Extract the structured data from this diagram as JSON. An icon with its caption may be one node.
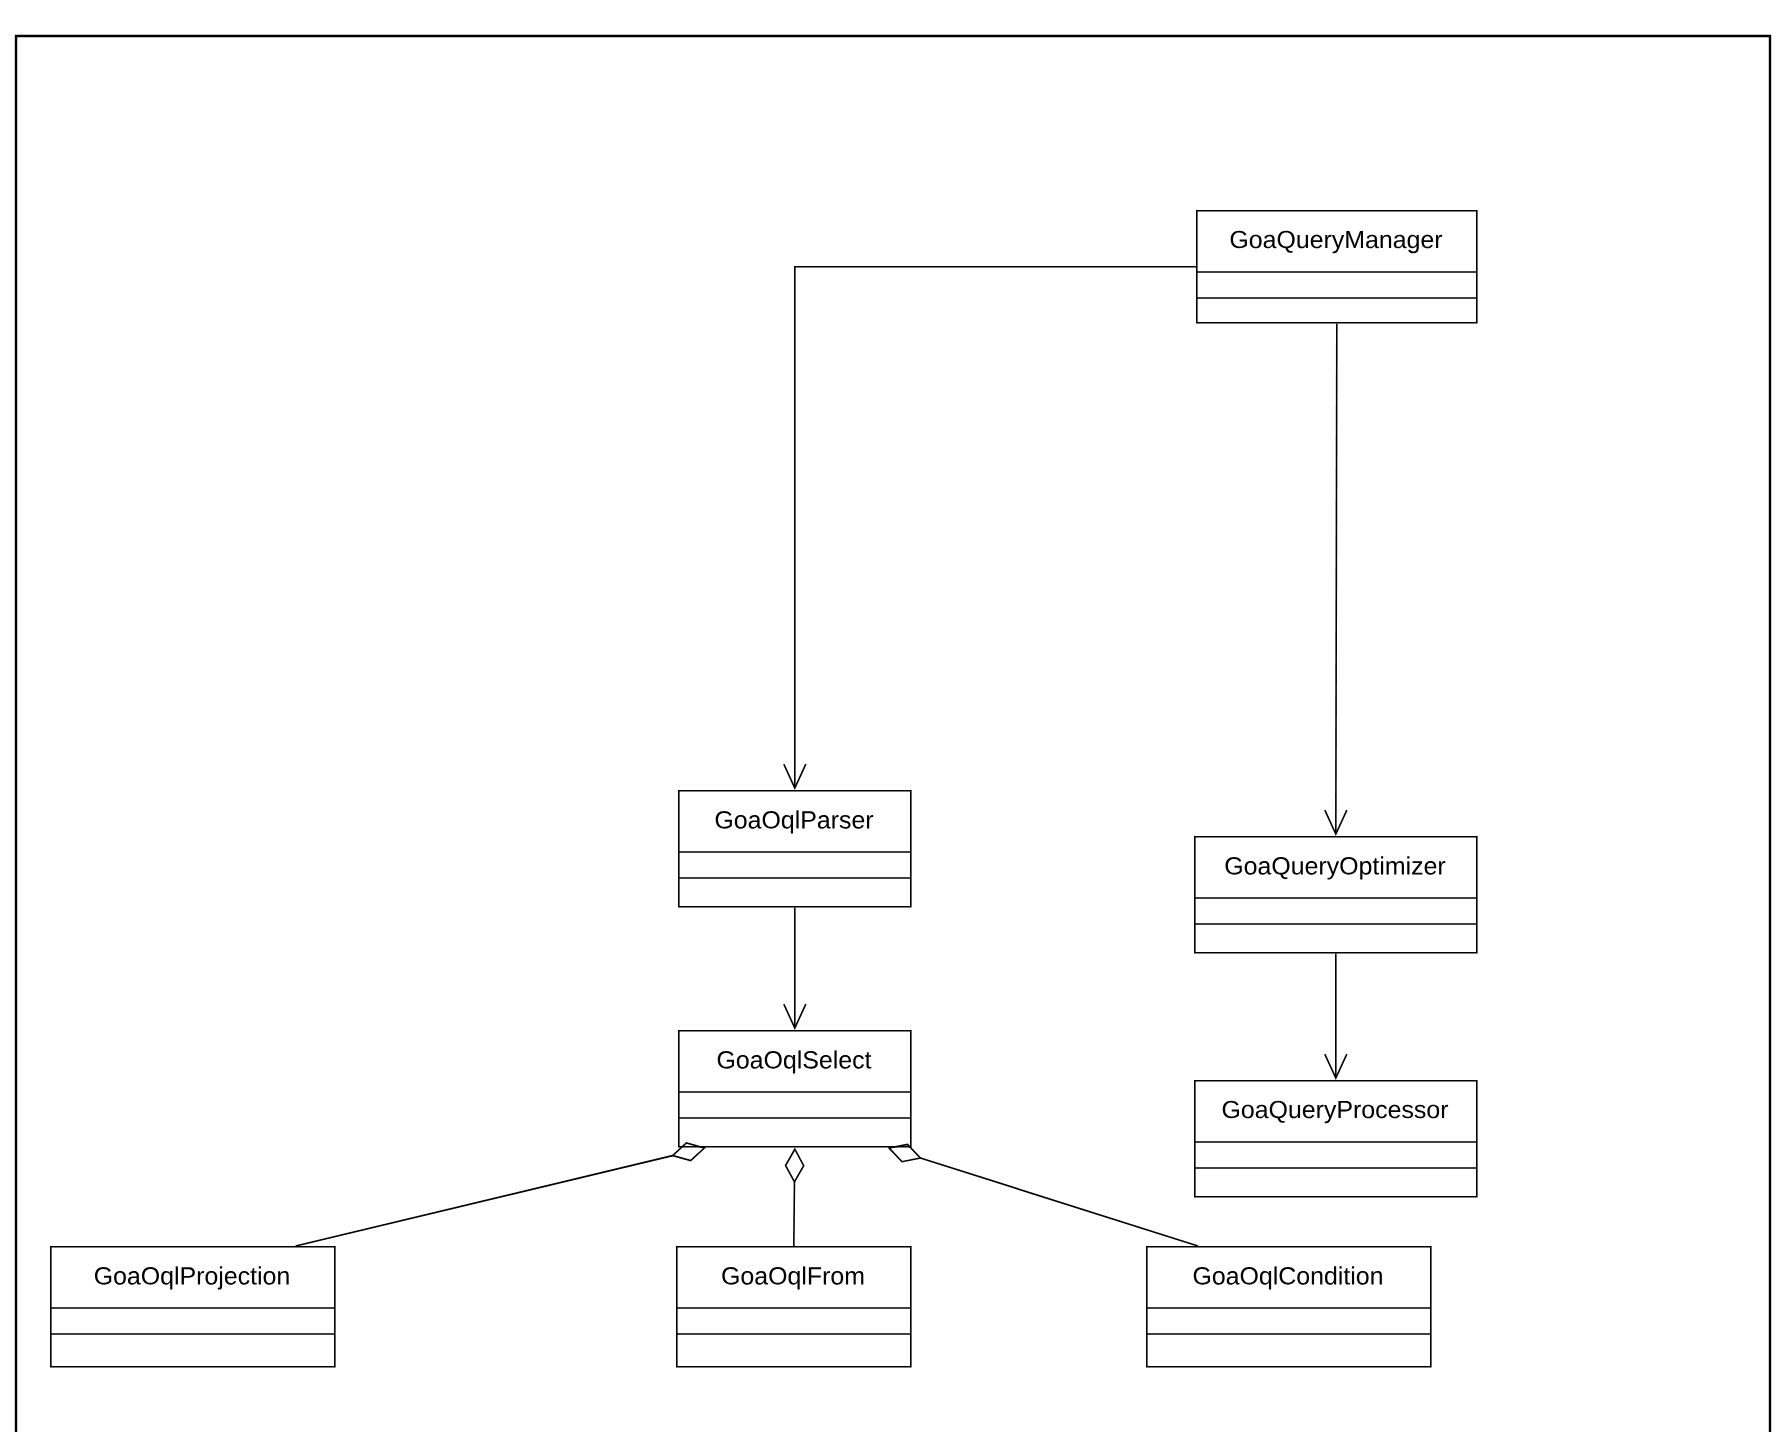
{
  "diagram": {
    "nodes": [
      {
        "text": [
          "GoaQueryManager"
        ]
      },
      {
        "text": [
          "GoaOqlParser"
        ]
      },
      {
        "text": [
          "GoaQueryOptimizer"
        ]
      },
      {
        "text": [
          "GoaOqlSelect"
        ]
      },
      {
        "text": [
          "GoaQueryProcessor"
        ]
      },
      {
        "text": [
          "GoaOqlProjection"
        ]
      },
      {
        "text": [
          "GoaOqlFrom"
        ]
      },
      {
        "text": [
          "GoaOqlCondition"
        ]
      }
    ],
    "edges": [
      {
        "from": 0,
        "to": 1,
        "arrow": "to"
      },
      {
        "from": 0,
        "to": 2,
        "arrow": "to"
      },
      {
        "from": 1,
        "to": 3,
        "arrow": "to"
      },
      {
        "from": 2,
        "to": 4,
        "arrow": "to"
      },
      {
        "from": 3,
        "to": 5,
        "arrow": "other"
      },
      {
        "from": 3,
        "to": 6,
        "arrow": "other"
      },
      {
        "from": 3,
        "to": 7,
        "arrow": "other"
      }
    ]
  }
}
